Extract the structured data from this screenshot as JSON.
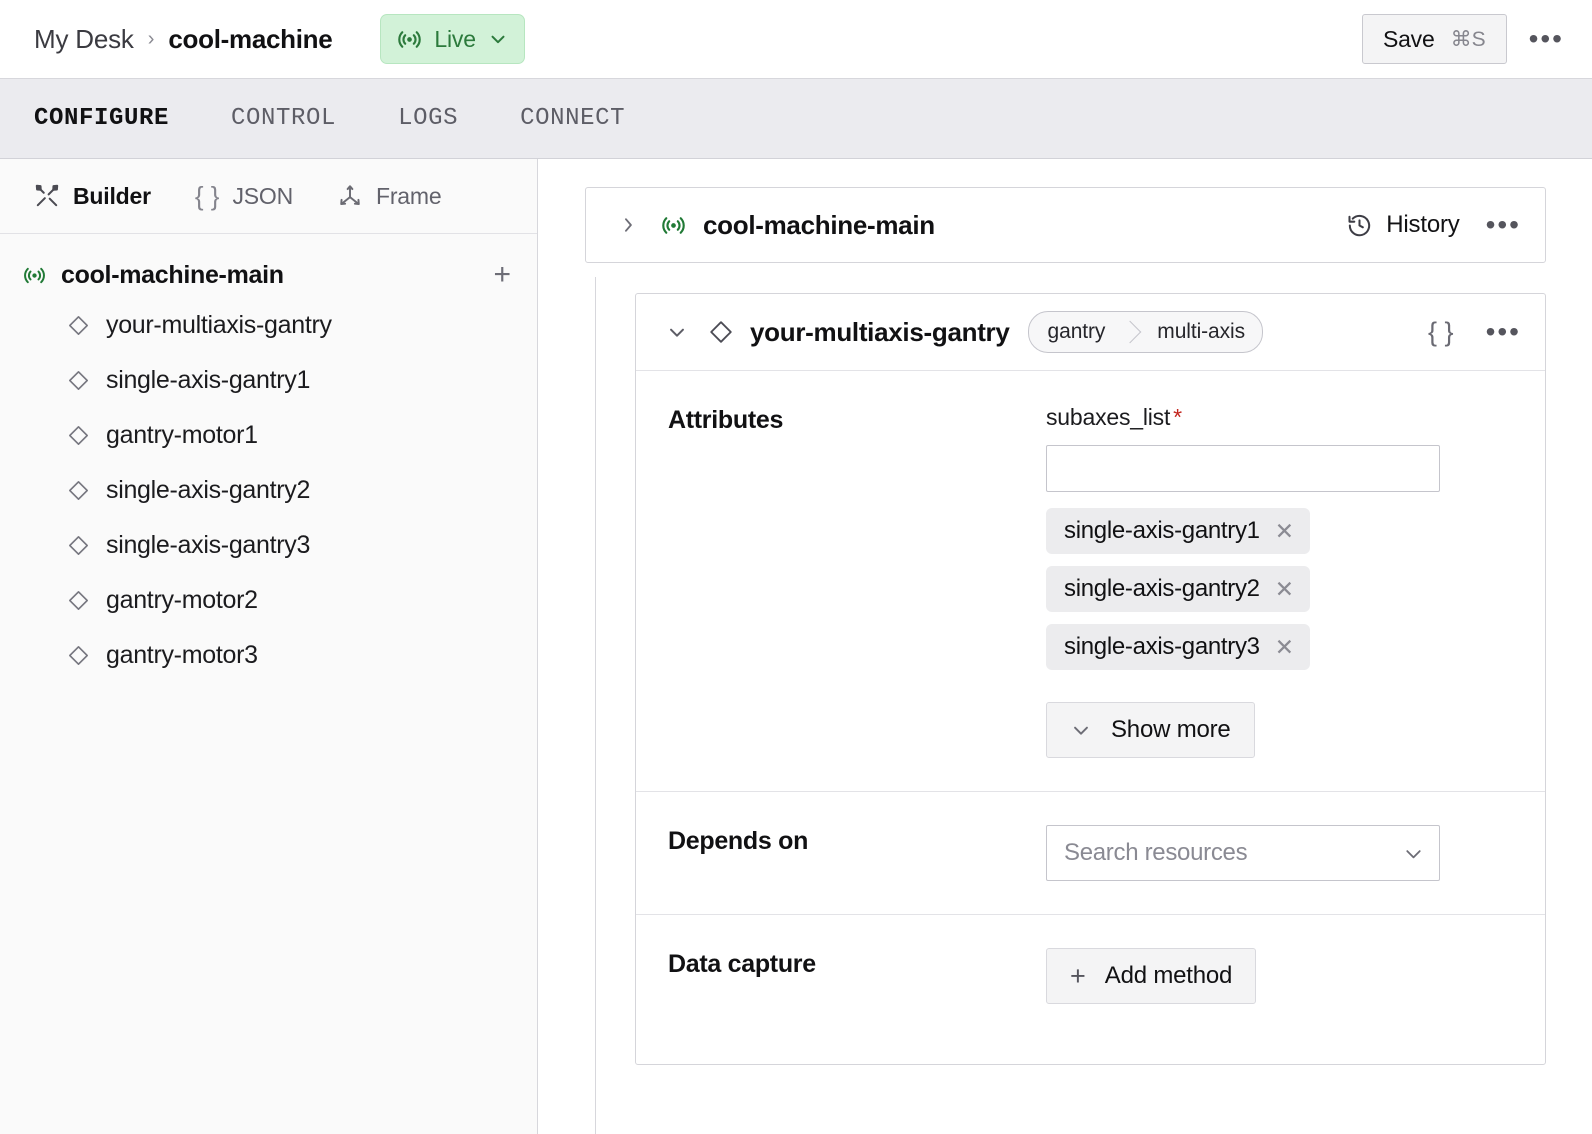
{
  "header": {
    "breadcrumb_root": "My Desk",
    "breadcrumb_sep": "›",
    "breadcrumb_current": "cool-machine",
    "status_badge": {
      "label": "Live",
      "icon": "radar-icon",
      "bg_color": "#d2f2d8",
      "text_color": "#2c7a3c"
    },
    "save_label": "Save",
    "save_shortcut": "⌘S",
    "overflow_icon": "ellipsis-icon"
  },
  "tabs": [
    {
      "label": "CONFIGURE",
      "active": true
    },
    {
      "label": "CONTROL",
      "active": false
    },
    {
      "label": "LOGS",
      "active": false
    },
    {
      "label": "CONNECT",
      "active": false
    }
  ],
  "sidebar": {
    "modes": [
      {
        "label": "Builder",
        "icon": "tools-icon",
        "active": true
      },
      {
        "label": "JSON",
        "icon": "braces-icon",
        "active": false
      },
      {
        "label": "Frame",
        "icon": "axes-icon",
        "active": false
      }
    ],
    "tree_root": {
      "label": "cool-machine-main",
      "icon": "radar-icon",
      "add_icon": "plus-icon"
    },
    "tree_items": [
      {
        "label": "your-multiaxis-gantry",
        "icon": "diamond-icon"
      },
      {
        "label": "single-axis-gantry1",
        "icon": "diamond-icon"
      },
      {
        "label": "gantry-motor1",
        "icon": "diamond-icon"
      },
      {
        "label": "single-axis-gantry2",
        "icon": "diamond-icon"
      },
      {
        "label": "single-axis-gantry3",
        "icon": "diamond-icon"
      },
      {
        "label": "gantry-motor2",
        "icon": "diamond-icon"
      },
      {
        "label": "gantry-motor3",
        "icon": "diamond-icon"
      }
    ]
  },
  "main": {
    "machine_card": {
      "expand_icon": "chevron-right-icon",
      "icon": "radar-icon",
      "title": "cool-machine-main",
      "history_label": "History",
      "history_icon": "clock-rewind-icon",
      "overflow_icon": "ellipsis-icon"
    },
    "resource": {
      "collapse_icon": "chevron-down-icon",
      "icon": "diamond-icon",
      "title": "your-multiaxis-gantry",
      "type_pill": [
        "gantry",
        "multi-axis"
      ],
      "json_icon": "braces-icon",
      "overflow_icon": "ellipsis-icon",
      "sections": {
        "attributes": {
          "label": "Attributes",
          "field_label": "subaxes_list",
          "required_marker": "*",
          "input_value": "",
          "input_placeholder": "",
          "chips": [
            "single-axis-gantry1",
            "single-axis-gantry2",
            "single-axis-gantry3"
          ],
          "chip_remove_icon": "close-icon",
          "show_more_label": "Show more",
          "show_more_icon": "chevron-down-icon"
        },
        "depends_on": {
          "label": "Depends on",
          "select_placeholder": "Search resources",
          "select_icon": "chevron-down-icon"
        },
        "data_capture": {
          "label": "Data capture",
          "add_method_label": "Add method",
          "add_method_icon": "plus-icon"
        }
      }
    }
  }
}
